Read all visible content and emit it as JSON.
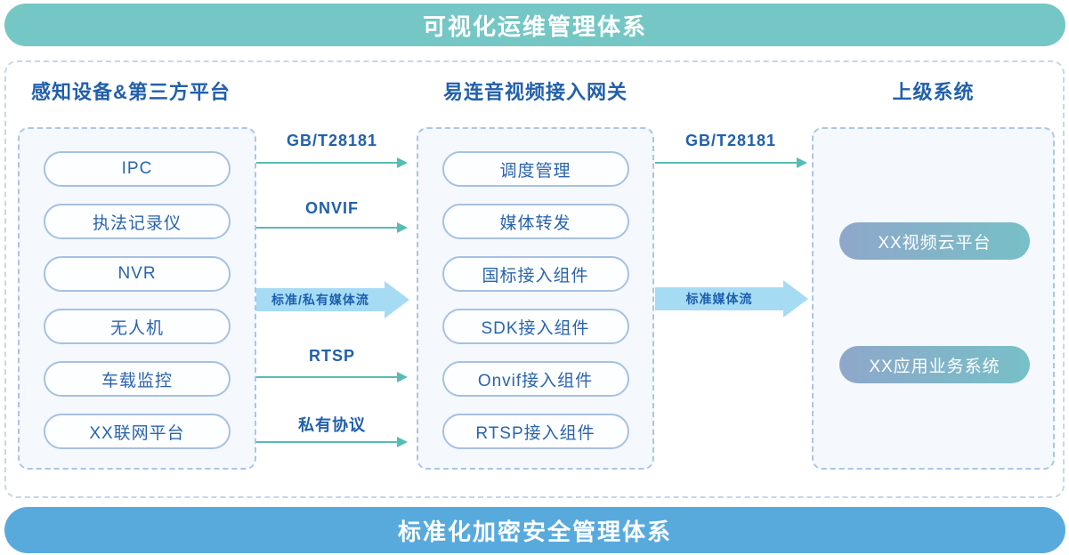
{
  "top_banner": {
    "label": "可视化运维管理体系"
  },
  "bottom_banner": {
    "label": "标准化加密安全管理体系"
  },
  "columns": {
    "devices": {
      "header": "感知设备&第三方平台",
      "items": [
        "IPC",
        "执法记录仪",
        "NVR",
        "无人机",
        "车载监控",
        "XX联网平台"
      ]
    },
    "gateway": {
      "header": "易连音视频接入网关",
      "items": [
        "调度管理",
        "媒体转发",
        "国标接入组件",
        "SDK接入组件",
        "Onvif接入组件",
        "RTSP接入组件"
      ]
    },
    "upper": {
      "header": "上级系统",
      "items": [
        "XX视频云平台",
        "XX应用业务系统"
      ]
    }
  },
  "flows_left": {
    "f1": "GB/T28181",
    "f2": "ONVIF",
    "f3": "标准/私有媒体流",
    "f4": "RTSP",
    "f5": "私有协议"
  },
  "flows_right": {
    "f1": "GB/T28181",
    "f2": "标准媒体流"
  },
  "colors": {
    "top_banner": "#74c7c4",
    "bottom_banner": "#58aadd",
    "thin_arrow": "#57bcb3",
    "big_arrow": "#a6dbf4",
    "text_blue": "#2260ab",
    "pill_border": "#a6c1e2",
    "gradient_start": "#8ea7ca",
    "gradient_end": "#77c0c7"
  }
}
